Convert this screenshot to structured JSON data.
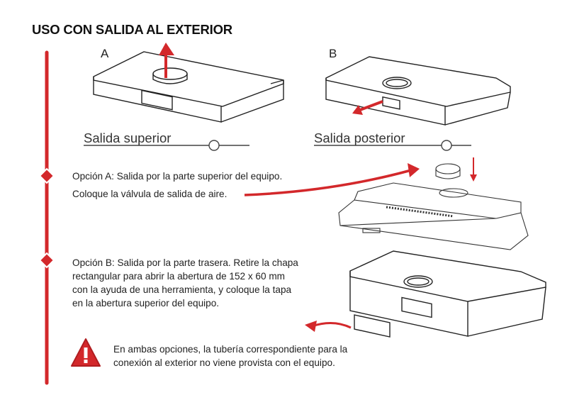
{
  "title": "USO CON SALIDA AL EXTERIOR",
  "figures": {
    "a_label": "A",
    "b_label": "B",
    "a_caption": "Salida superior",
    "b_caption": "Salida posterior"
  },
  "option_a": {
    "line1": "Opción A: Salida por la parte superior del equipo.",
    "line2": "Coloque la válvula de salida de aire."
  },
  "option_b": {
    "lines": [
      "Opción B: Salida por la parte trasera. Retire la chapa",
      "rectangular para abrir la abertura de 152 x 60 mm",
      "con la ayuda de una herramienta, y coloque la tapa",
      "en la abertura superior del equipo."
    ]
  },
  "warning": {
    "lines": [
      "En ambas opciones, la tubería correspondiente para la",
      "conexión al exterior no viene provista con el equipo."
    ]
  },
  "colors": {
    "accent": "#d3282b",
    "text": "#222222",
    "line": "#333333"
  }
}
